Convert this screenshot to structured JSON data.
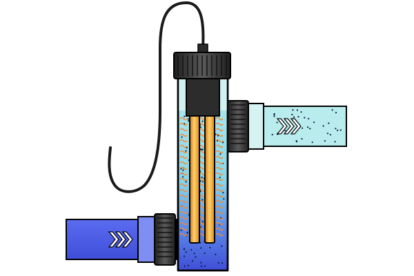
{
  "diagram": {
    "colors": {
      "background": "#ffffff",
      "outline": "#000000",
      "clear_water": "#b9ecec",
      "treated_water": "#7fd6e4",
      "inlet_water": "#4f63e6",
      "inlet_water_dark": "#3f4ed8",
      "uv_lamp": "#f0a020",
      "uv_lamp_highlight": "#ffd070",
      "uv_glow": "#f08a3a",
      "fitting": "#333333",
      "fitting_light": "#5a5a5a",
      "cable": "#1a1a1a",
      "chevron": "#ffffff"
    },
    "flow": {
      "inlet_direction": "right",
      "outlet_direction": "right",
      "chevrons_per_pipe": 3
    },
    "parts": [
      {
        "name": "power-cable",
        "icon": "cable-icon"
      },
      {
        "name": "lamp-cap",
        "icon": "threaded-cap-icon"
      },
      {
        "name": "uv-lamps",
        "icon": "uv-lamp-icon",
        "count": 2
      },
      {
        "name": "chamber",
        "icon": "uv-chamber-icon"
      },
      {
        "name": "inlet-pipe",
        "icon": "water-inlet-icon"
      },
      {
        "name": "outlet-pipe",
        "icon": "water-outlet-icon"
      }
    ]
  }
}
